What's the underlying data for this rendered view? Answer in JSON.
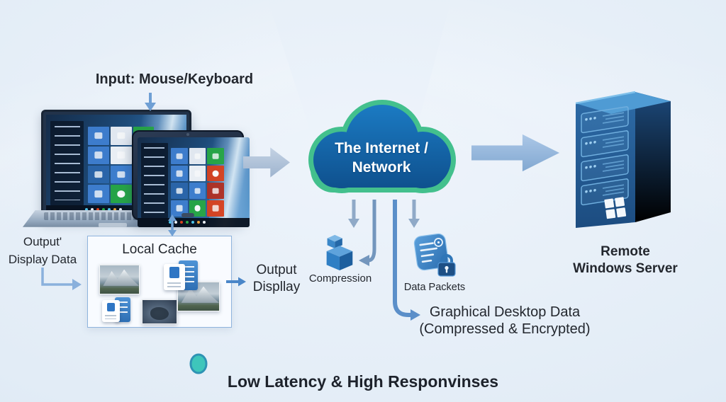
{
  "labels": {
    "input_source": "Input: Mouse/Keyboard",
    "output_display_data_l1": "Output'",
    "output_display_data_l2": "Display Data",
    "local_cache_title": "Local Cache",
    "output_display_l1": "Output",
    "output_display_l2": "Displlay",
    "cloud_l1": "The Internet /",
    "cloud_l2": "Network",
    "compression": "Compression",
    "data_packets": "Data Packets",
    "graphical_data_l1": "Graphical Desktop Data",
    "graphical_data_l2": "(Compressed & Encrypted)",
    "server_l1": "Remote",
    "server_l2": "Windows Server",
    "bottom_caption": "Low Latency & High Responvinses"
  },
  "colors": {
    "background": "#e2ecf6",
    "cloud_fill_top": "#1b76bc",
    "cloud_fill_bottom": "#0f5694",
    "cloud_border_green": "#43c08d",
    "server_navy": "#1d4f86",
    "arrow_gray_blue": "#8fa9c7",
    "arrow_blue": "#5b8fc9",
    "slider_track_dark": "#2f6cb4",
    "slider_track_light": "#b3c9e2",
    "slider_knob_teal": "#3ec6bb",
    "text_dark": "#23272e"
  }
}
